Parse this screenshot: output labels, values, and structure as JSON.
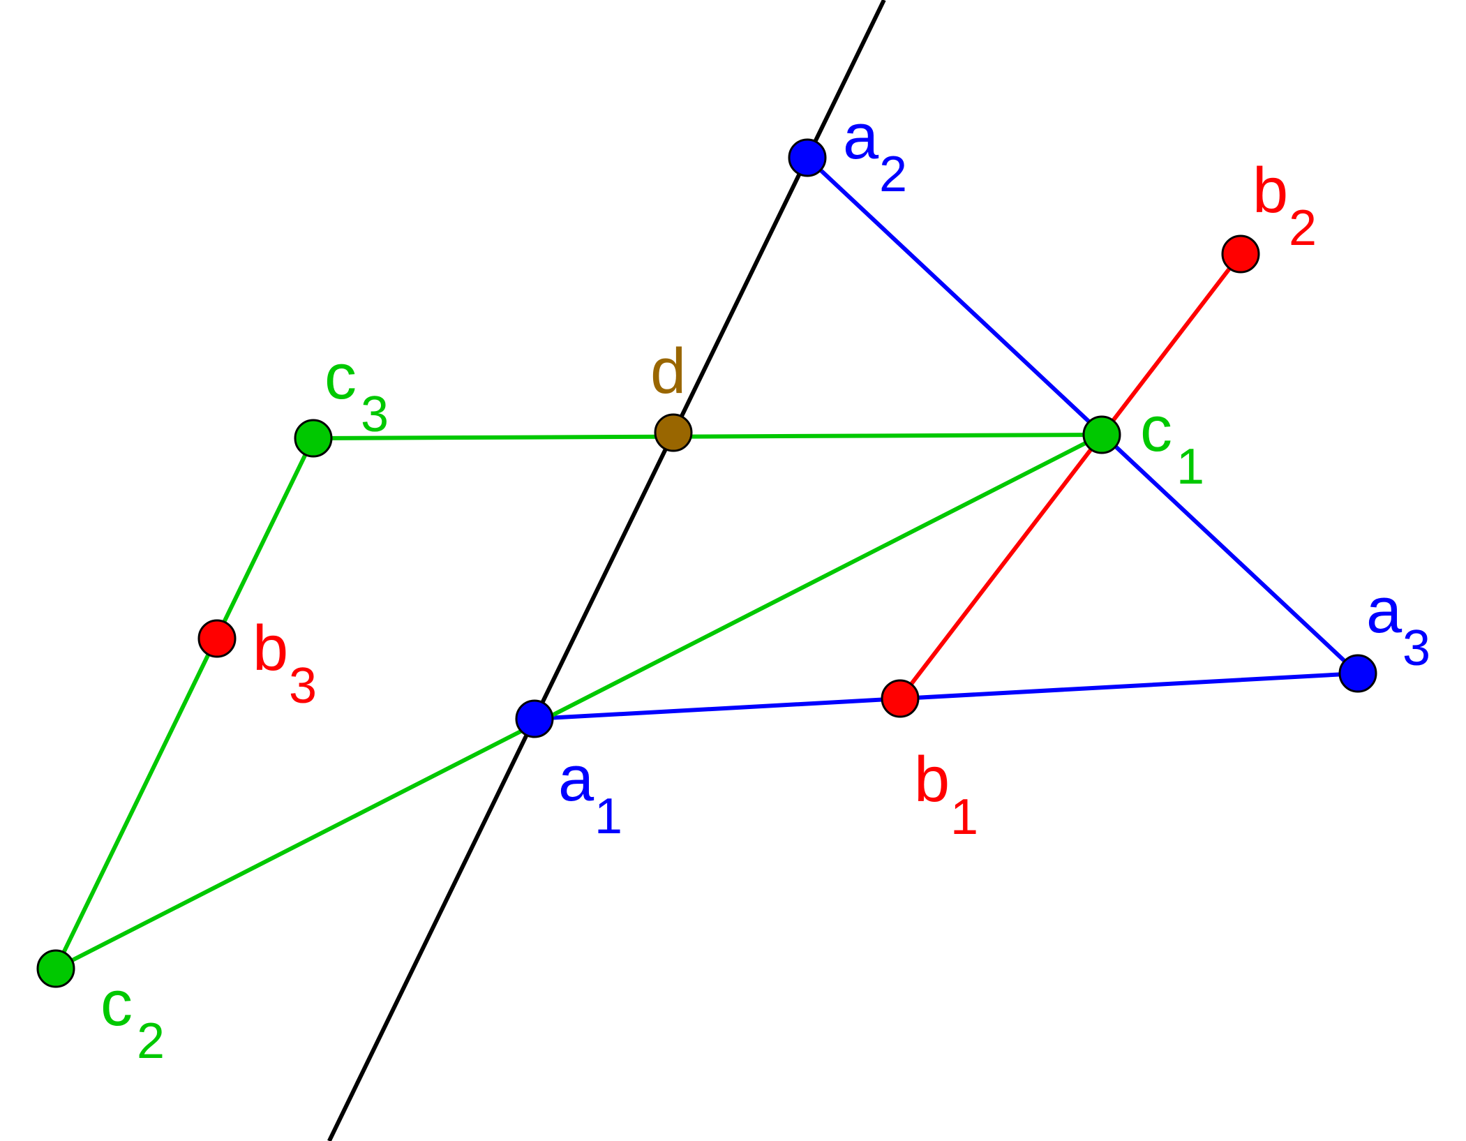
{
  "colors": {
    "blue": "#0000ff",
    "red": "#ff0000",
    "green": "#00c800",
    "black": "#000000",
    "brown": "#996600",
    "outline": "#000000"
  },
  "points": {
    "a1": {
      "name": "a",
      "sub": "1",
      "color": "#0000ff"
    },
    "a2": {
      "name": "a",
      "sub": "2",
      "color": "#0000ff"
    },
    "a3": {
      "name": "a",
      "sub": "3",
      "color": "#0000ff"
    },
    "b1": {
      "name": "b",
      "sub": "1",
      "color": "#ff0000"
    },
    "b2": {
      "name": "b",
      "sub": "2",
      "color": "#ff0000"
    },
    "b3": {
      "name": "b",
      "sub": "3",
      "color": "#ff0000"
    },
    "c1": {
      "name": "c",
      "sub": "1",
      "color": "#00c800"
    },
    "c2": {
      "name": "c",
      "sub": "2",
      "color": "#00c800"
    },
    "c3": {
      "name": "c",
      "sub": "3",
      "color": "#00c800"
    },
    "d": {
      "name": "d",
      "sub": "",
      "color": "#996600"
    }
  },
  "segments": [
    {
      "from": "a1",
      "to": "a3",
      "color": "#0000ff"
    },
    {
      "from": "a2",
      "to": "a3",
      "color": "#0000ff"
    },
    {
      "from": "b1",
      "to": "b2",
      "color": "#ff0000"
    },
    {
      "from": "c3",
      "to": "c1",
      "color": "#00c800"
    },
    {
      "from": "c1",
      "to": "c2",
      "color": "#00c800"
    },
    {
      "from": "c2",
      "to": "c3",
      "color": "#00c800"
    }
  ],
  "line": {
    "through": [
      "a1",
      "a2"
    ],
    "color": "#000000"
  }
}
